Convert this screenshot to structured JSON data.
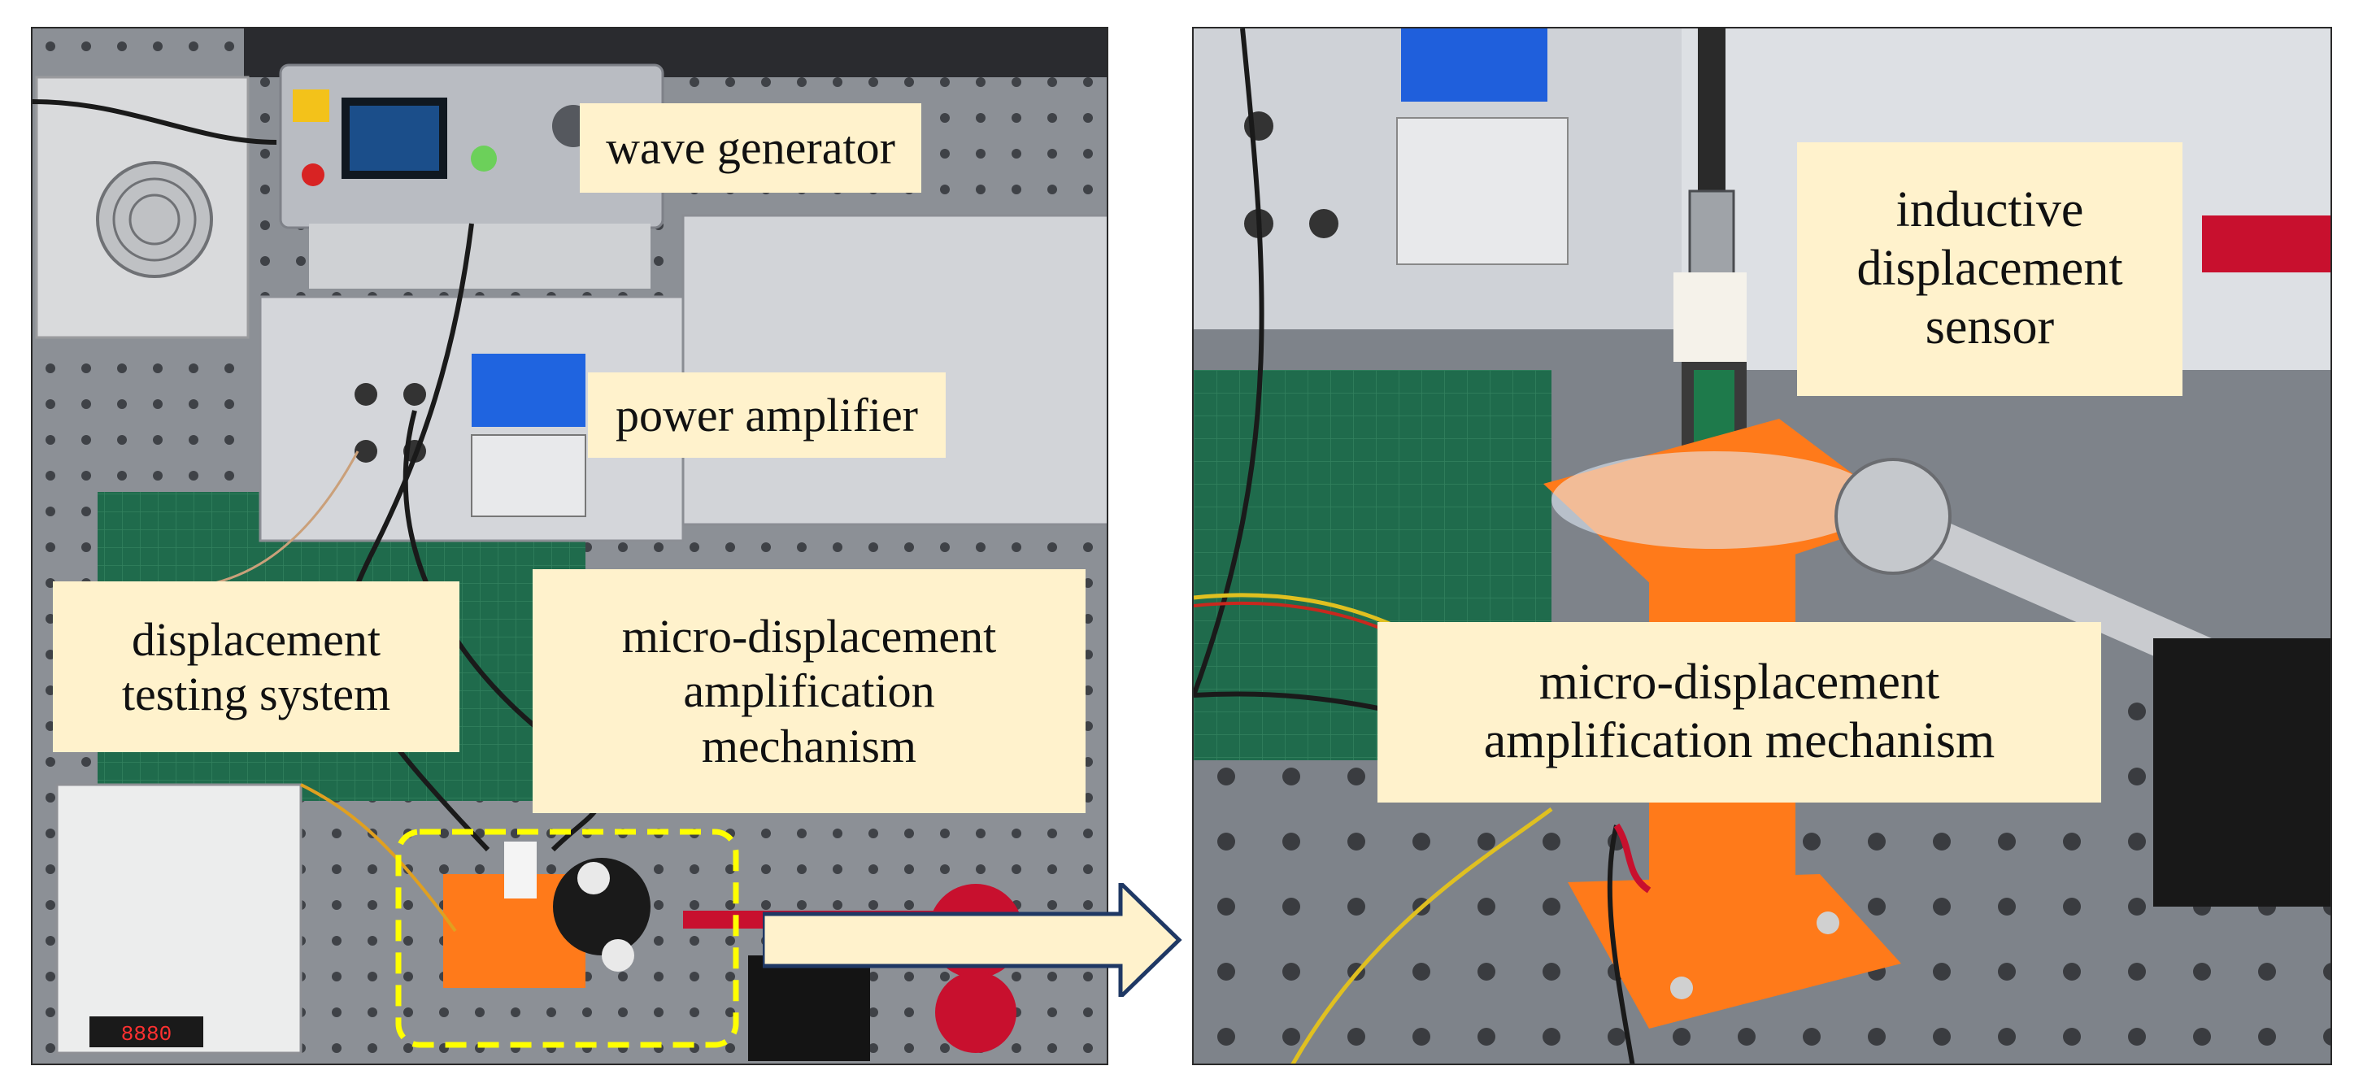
{
  "figure": {
    "left_panel": {
      "labels": {
        "wave_generator": "wave generator",
        "power_amplifier": "power amplifier",
        "displacement_testing_system": "displacement\ntesting system",
        "micro_displacement_amplification_mechanism": "micro-displacement\namplification\nmechanism"
      }
    },
    "right_panel": {
      "labels": {
        "inductive_displacement_sensor": "inductive\ndisplacement\nsensor",
        "micro_displacement_amplification_mechanism": "micro-displacement\namplification mechanism"
      }
    },
    "colors": {
      "label_fill": "#fff2cc",
      "highlight_box": "#ffff00",
      "arrow_outline": "#1f3864",
      "mechanism_orange": "#ff7a1a",
      "bench_gray": "#8a8f96"
    },
    "icons": [
      "wave-generator-device",
      "power-amplifier-device",
      "displacement-tester-device",
      "sensor-probe",
      "zoom-arrow"
    ]
  }
}
